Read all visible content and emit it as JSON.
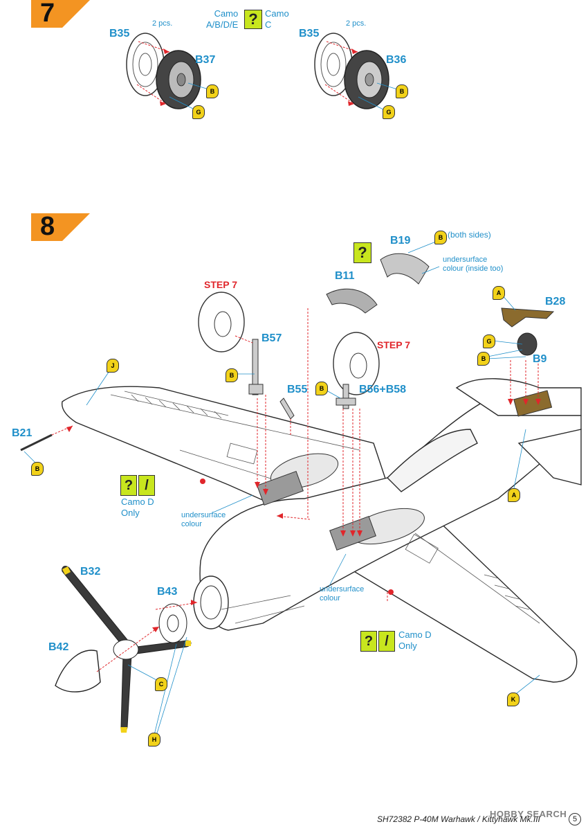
{
  "steps": [
    {
      "number": "7"
    },
    {
      "number": "8"
    }
  ],
  "step7": {
    "camo_left": "Camo\nA/B/D/E",
    "camo_right": "Camo\nC",
    "left_qty": "2 pcs.",
    "right_qty": "2 pcs.",
    "left_outer": "B35",
    "left_inner": "B37",
    "right_outer": "B35",
    "right_inner": "B36",
    "paint_b": "B",
    "paint_g": "G"
  },
  "step8": {
    "parts": {
      "b19": "B19",
      "b11": "B11",
      "b28": "B28",
      "b9": "B9",
      "b57": "B57",
      "b55": "B55",
      "b56_58": "B56+B58",
      "b21": "B21",
      "b32": "B32",
      "b43": "B43",
      "b42": "B42"
    },
    "step_refs": [
      "STEP 7",
      "STEP 7"
    ],
    "both_sides": "(both sides)",
    "undersurface_inside": "undersurface\ncolour (inside too)",
    "undersurface_1": "undersurface\ncolour",
    "undersurface_2": "undersurface\ncolour",
    "camo_d_1": "Camo D\nOnly",
    "camo_d_2": "Camo D\nOnly",
    "paint_codes": [
      "B",
      "A",
      "G",
      "B",
      "J",
      "B",
      "B",
      "B",
      "A",
      "C",
      "H",
      "K"
    ]
  },
  "footer": {
    "product": "SH72382  P-40M Warhawk / Kittyhawk Mk.III",
    "page": "5",
    "watermark": "HOBBY SEARCH"
  },
  "colors": {
    "step_orange": "#f39422",
    "part_blue": "#1f8fc9",
    "step_red": "#e0262b",
    "question_green": "#c8e61e",
    "paint_yellow": "#f2d21a"
  }
}
